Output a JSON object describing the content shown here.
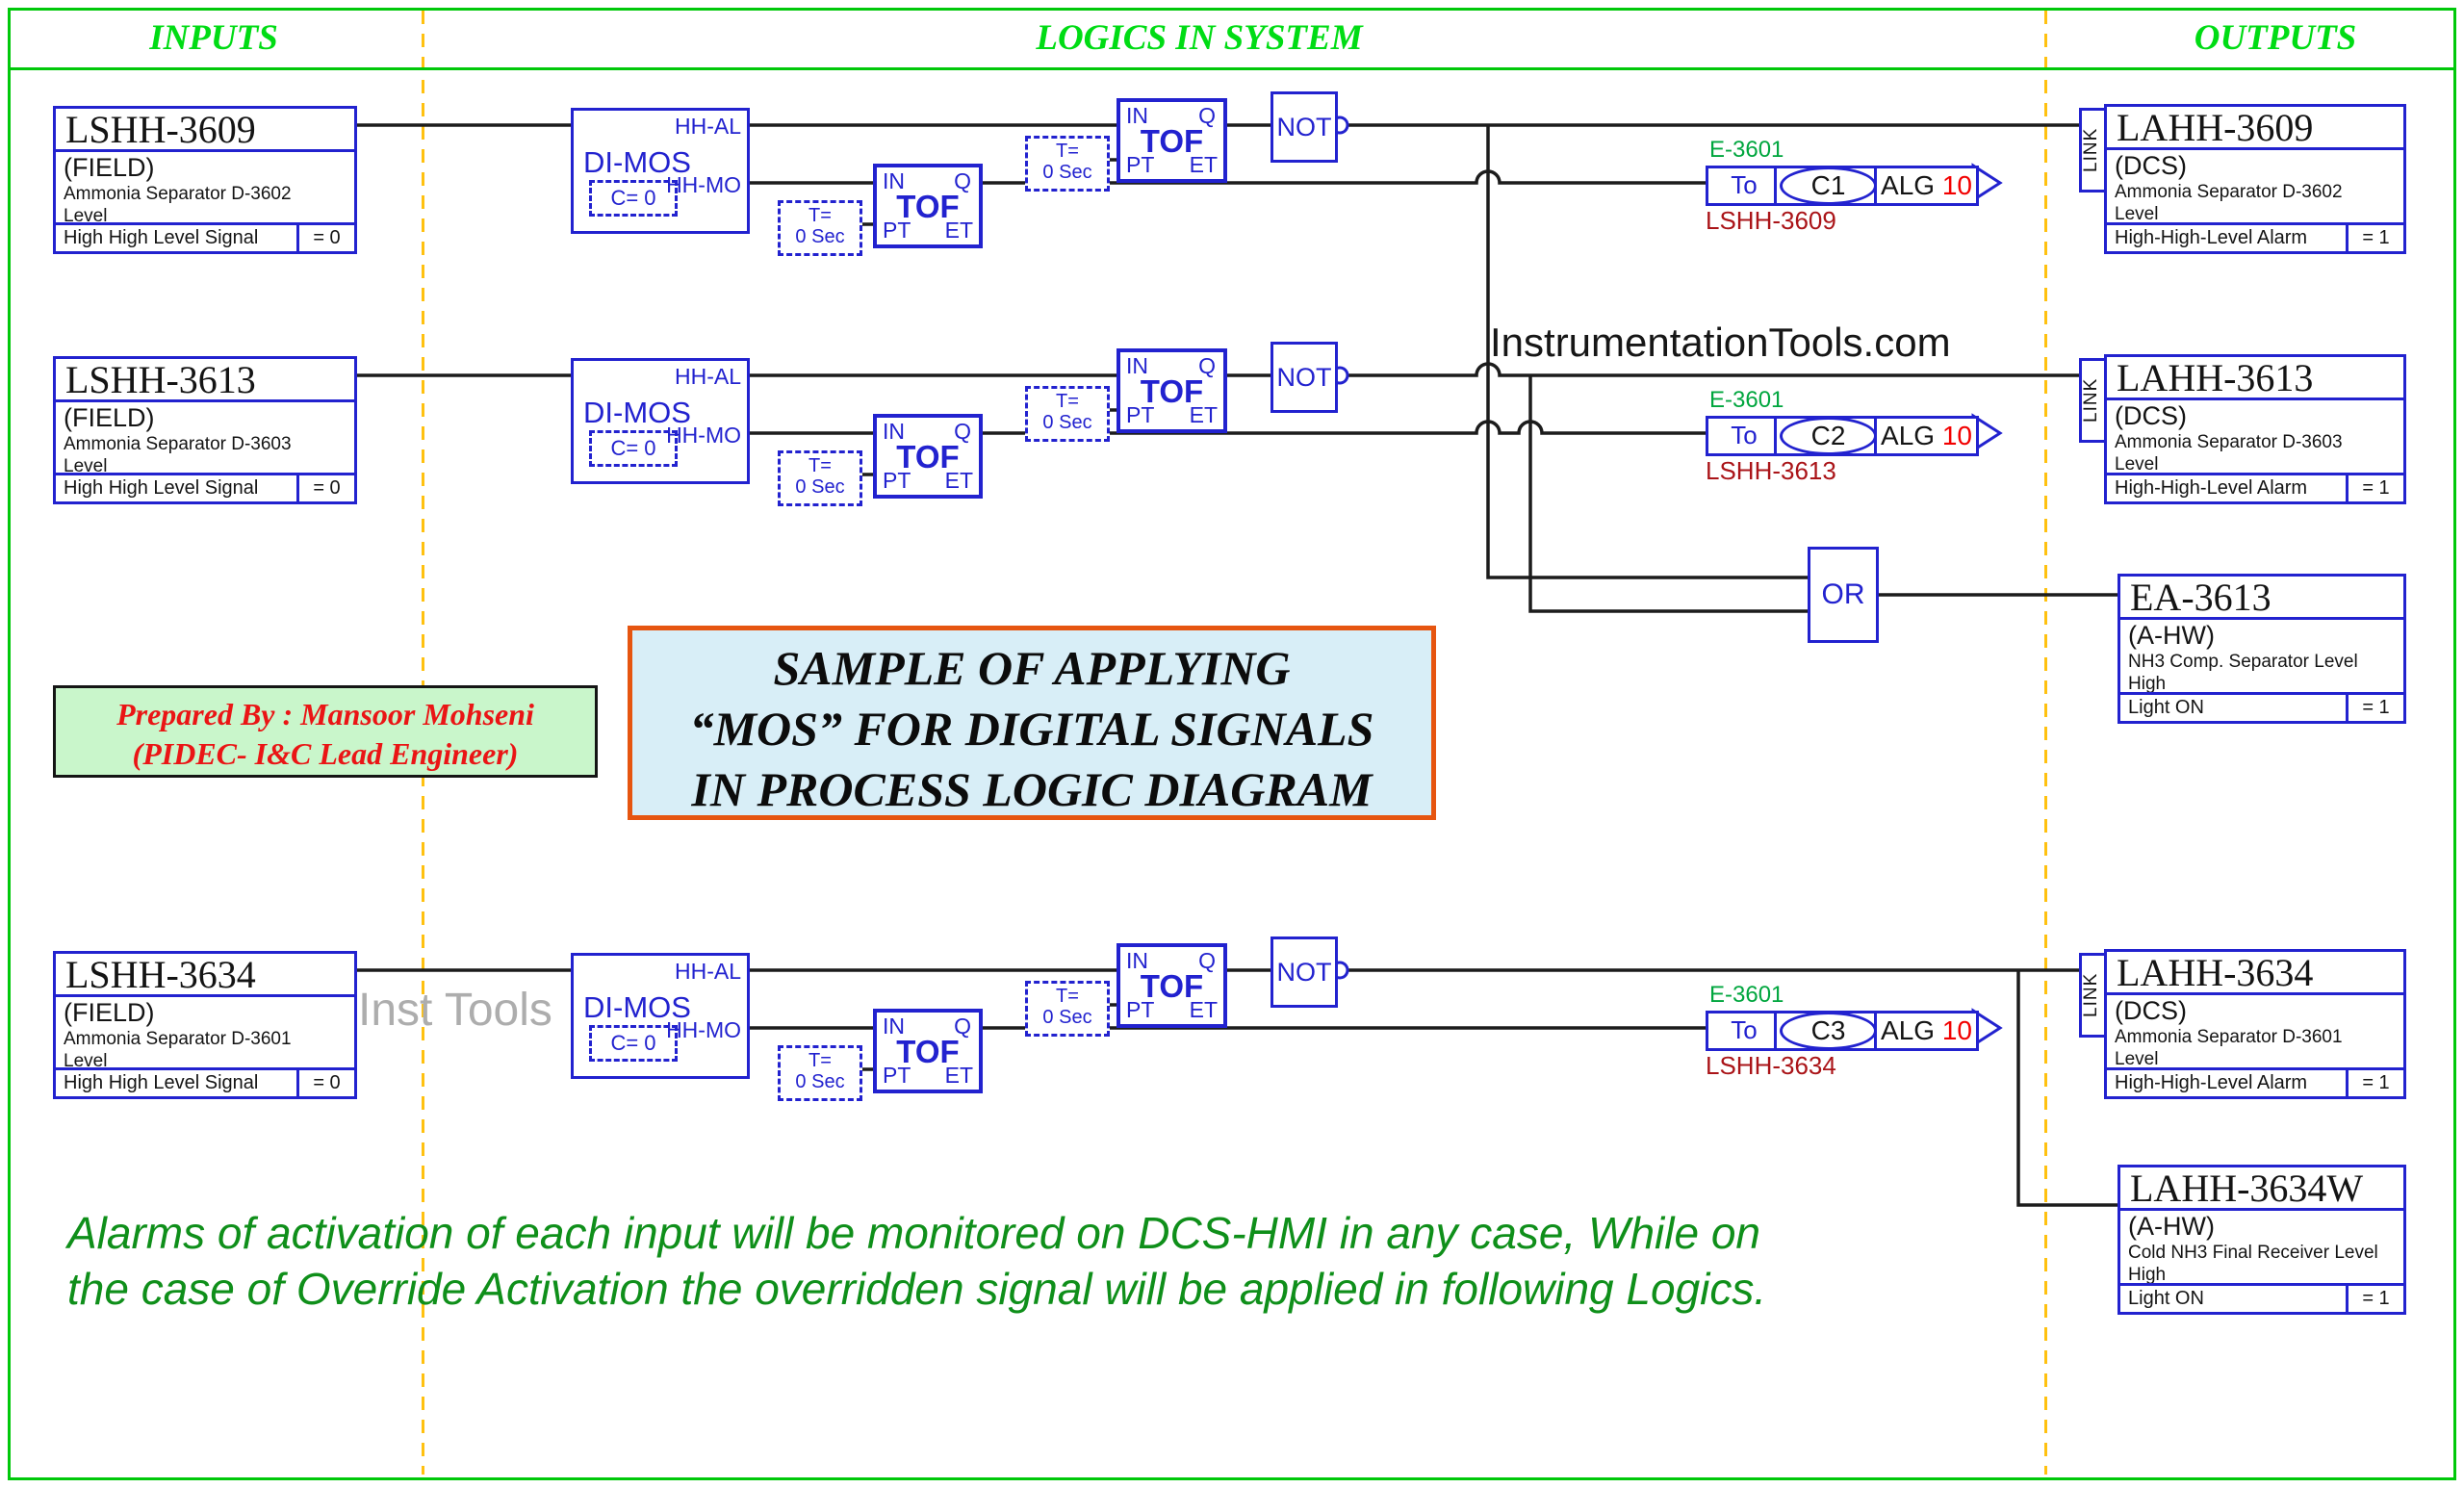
{
  "header": {
    "inputs": "INPUTS",
    "logics": "LOGICS IN SYSTEM",
    "outputs": "OUTPUTS"
  },
  "watermarks": {
    "center": "InstrumentationTools.com",
    "left": "Inst Tools"
  },
  "title_box": {
    "line1": "SAMPLE OF APPLYING",
    "line2": "“MOS” FOR DIGITAL SIGNALS",
    "line3": "IN PROCESS LOGIC DIAGRAM"
  },
  "prepared_box": {
    "line1": "Prepared By : Mansoor Mohseni",
    "line2": "(PIDEC- I&C Lead Engineer)"
  },
  "note": {
    "line1": "Alarms of activation of each input will be monitored on DCS-HMI in any case, While on",
    "line2": "the case of Override Activation the overridden signal will be applied in following Logics."
  },
  "logic_labels": {
    "di_mos": "DI-MOS",
    "c_zero": "C= 0",
    "hh_al": "HH-AL",
    "hh_mo": "HH-MO",
    "tof": "TOF",
    "in_pin": "IN",
    "q_pin": "Q",
    "pt_pin": "PT",
    "et_pin": "ET",
    "timer_line1": "T=",
    "timer_line2": "0 Sec",
    "not_gate": "NOT",
    "or_gate": "OR",
    "link": "LINK"
  },
  "inputs": [
    {
      "tag": "LSHH-3609",
      "location": "(FIELD)",
      "desc1": "Ammonia Separator D-3602",
      "desc2": "Level",
      "signal": "High High Level Signal",
      "value": "= 0"
    },
    {
      "tag": "LSHH-3613",
      "location": "(FIELD)",
      "desc1": "Ammonia Separator D-3603",
      "desc2": "Level",
      "signal": "High High Level Signal",
      "value": "= 0"
    },
    {
      "tag": "LSHH-3634",
      "location": "(FIELD)",
      "desc1": "Ammonia Separator D-3601",
      "desc2": "Level",
      "signal": "High High Level Signal",
      "value": "= 0"
    }
  ],
  "connectors": [
    {
      "dest": "E-3601",
      "to": "To",
      "code": "C1",
      "alg": "ALG",
      "alg_num": "10",
      "tag": "LSHH-3609"
    },
    {
      "dest": "E-3601",
      "to": "To",
      "code": "C2",
      "alg": "ALG",
      "alg_num": "10",
      "tag": "LSHH-3613"
    },
    {
      "dest": "E-3601",
      "to": "To",
      "code": "C3",
      "alg": "ALG",
      "alg_num": "10",
      "tag": "LSHH-3634"
    }
  ],
  "outputs": [
    {
      "tag": "LAHH-3609",
      "location": "(DCS)",
      "desc1": "Ammonia Separator D-3602",
      "desc2": "Level",
      "signal": "High-High-Level Alarm",
      "value": "= 1"
    },
    {
      "tag": "LAHH-3613",
      "location": "(DCS)",
      "desc1": "Ammonia Separator D-3603",
      "desc2": "Level",
      "signal": "High-High-Level Alarm",
      "value": "= 1"
    },
    {
      "tag": "EA-3613",
      "location": "(A-HW)",
      "desc1": "NH3 Comp. Separator Level High",
      "desc2": "",
      "signal": "Light ON",
      "value": "= 1"
    },
    {
      "tag": "LAHH-3634",
      "location": "(DCS)",
      "desc1": "Ammonia Separator D-3601",
      "desc2": "Level",
      "signal": "High-High-Level Alarm",
      "value": "= 1"
    },
    {
      "tag": "LAHH-3634W",
      "location": "(A-HW)",
      "desc1": "Cold NH3 Final Receiver Level High",
      "desc2": "",
      "signal": "Light ON",
      "value": "= 1"
    }
  ],
  "colors": {
    "blue": "#2222cf",
    "wire": "#1c1c1c",
    "green_line": "#00c80a",
    "green_head": "#00dc14",
    "green_label": "#00a63e",
    "green_note": "#0f8f1a",
    "tag_red": "#aa1418",
    "num_red": "#f20000",
    "prep_red": "#ea1515",
    "dash_orange": "#ffc110",
    "title_bg": "#d8eef7",
    "title_border": "#e65510",
    "prep_bg": "#c9f6cb",
    "gray_wm": "#adadad"
  }
}
